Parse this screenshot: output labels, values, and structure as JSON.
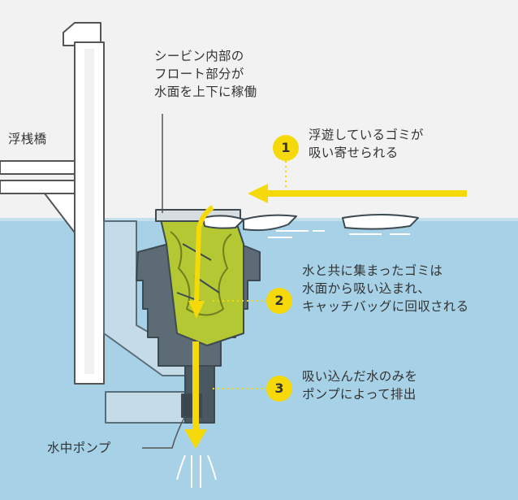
{
  "labels": {
    "float_note": [
      "シービン内部の",
      "フロート部分が",
      "水面を上下に稼働"
    ],
    "pier": "浮桟橋",
    "pump": "水中ポンプ"
  },
  "steps": [
    {
      "number": "1",
      "lines": [
        "浮遊しているゴミが",
        "吸い寄せられる"
      ]
    },
    {
      "number": "2",
      "lines": [
        "水と共に集まったゴミは",
        "水面から吸い込まれ、",
        "キャッチバッグに回収される"
      ]
    },
    {
      "number": "3",
      "lines": [
        "吸い込んだ水のみを",
        "ポンプによって排出"
      ]
    }
  ],
  "colors": {
    "sky": "#f2f2f2",
    "water": "#a6d1e6",
    "structure": "#ffffff",
    "device": "#5c6b76",
    "bag": "#b3c832",
    "arrow": "#f5d90a",
    "text": "#333333"
  }
}
